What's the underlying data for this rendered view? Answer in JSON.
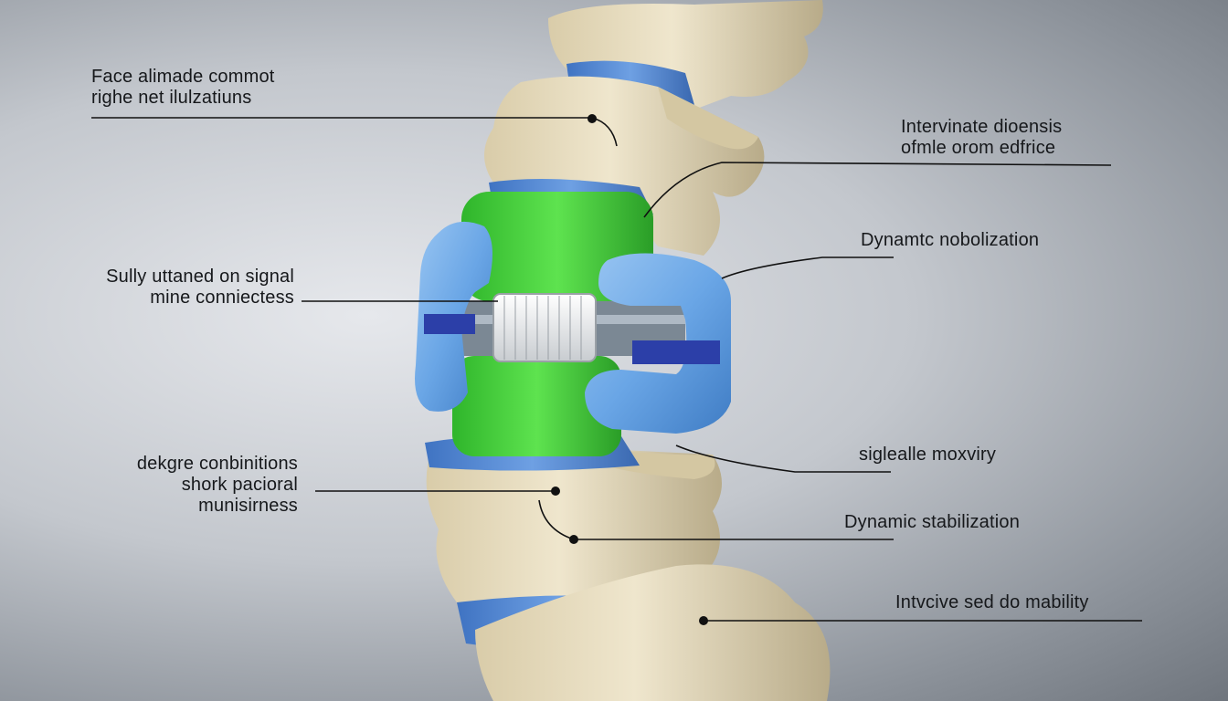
{
  "labels": {
    "left_1": [
      "Face alimade commot",
      "righe net ilulzatiuns"
    ],
    "left_2": [
      "Sully uttaned on signal",
      "mine conniectess"
    ],
    "left_3": [
      "dekgre conbinitions",
      "shork pacioral",
      "munisirness"
    ],
    "right_1": [
      "Intervinate dioensis",
      "ofmle orom edfrice"
    ],
    "right_2": [
      "Dynamtc nobolization"
    ],
    "right_3": [
      "siglealle moxviry"
    ],
    "right_4": [
      "Dynamic stabilization"
    ],
    "right_5": [
      "Intvcive sed do mability"
    ]
  },
  "colors": {
    "bone": "#e7dcc0",
    "bone_shadow": "#b9ad8d",
    "disc_blue": "#5b8fd6",
    "implant_green": "#3fcf3a",
    "clamp_blue": "#6aa6e6",
    "strap_navy": "#2c3fa8",
    "leader_line": "#111111"
  }
}
